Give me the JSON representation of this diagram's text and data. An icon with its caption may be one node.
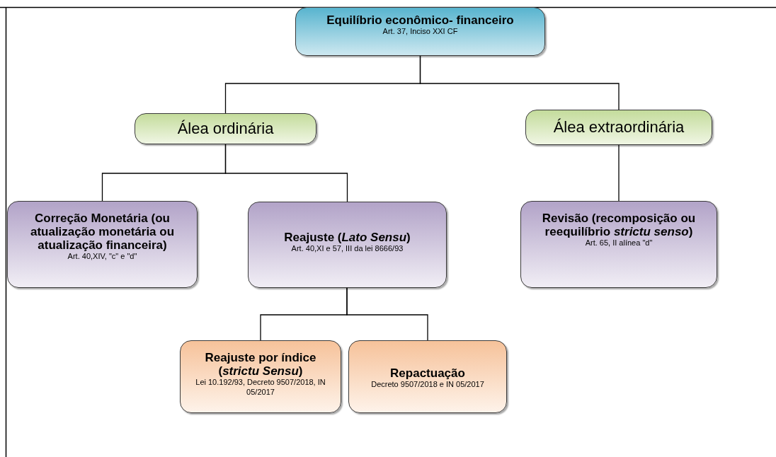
{
  "diagram": {
    "nodes": [
      {
        "text": [
          "Equilíbrio econômico- financeiro",
          "Art. 37, Inciso XXI CF"
        ]
      },
      {
        "text": [
          "Álea ordinária"
        ]
      },
      {
        "text": [
          "Álea extraordinária"
        ]
      },
      {
        "text": [
          "Correção Monetária (ou atualização monetária ou atualização financeira)",
          "Art. 40,XIV, \"c\" e \"d\""
        ]
      },
      {
        "text": [
          "Reajuste (*Lato Sensu*)",
          "Art. 40,XI e 57, III da lei 8666/93"
        ]
      },
      {
        "text": [
          "Revisão (recomposição ou reequilíbrio *strictu senso*)",
          "Art. 65, II alínea \"d\""
        ]
      },
      {
        "text": [
          "Reajuste por índice (*strictu Sensu*)",
          "Lei 10.192/93, Decreto 9507/2018, IN 05/2017"
        ]
      },
      {
        "text": [
          "Repactuação",
          "Decreto 9507/2018 e IN 05/2017"
        ]
      }
    ],
    "edges": [
      {
        "from": 0,
        "to": 1,
        "arrow": "none"
      },
      {
        "from": 0,
        "to": 2,
        "arrow": "none"
      },
      {
        "from": 1,
        "to": 3,
        "arrow": "none"
      },
      {
        "from": 1,
        "to": 4,
        "arrow": "none"
      },
      {
        "from": 2,
        "to": 5,
        "arrow": "none"
      },
      {
        "from": 4,
        "to": 6,
        "arrow": "none"
      },
      {
        "from": 4,
        "to": 7,
        "arrow": "none"
      }
    ]
  }
}
